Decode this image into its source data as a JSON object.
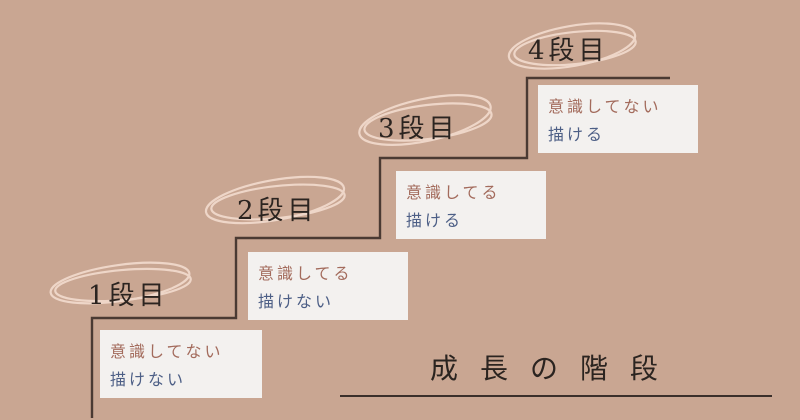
{
  "steps": [
    {
      "title": "1段目",
      "awareness": "意識してない",
      "drawing": "描けない"
    },
    {
      "title": "2段目",
      "awareness": "意識してる",
      "drawing": "描けない"
    },
    {
      "title": "3段目",
      "awareness": "意識してる",
      "drawing": "描ける"
    },
    {
      "title": "4段目",
      "awareness": "意識してない",
      "drawing": "描ける"
    }
  ],
  "caption": "成長の階段",
  "colors": {
    "background": "#c9a692",
    "stair_line": "#4a3a33",
    "card": "#f3f1ef",
    "awareness_text": "#a36b5c",
    "drawing_text": "#4d5f86",
    "ring": "#f1d9cc"
  }
}
